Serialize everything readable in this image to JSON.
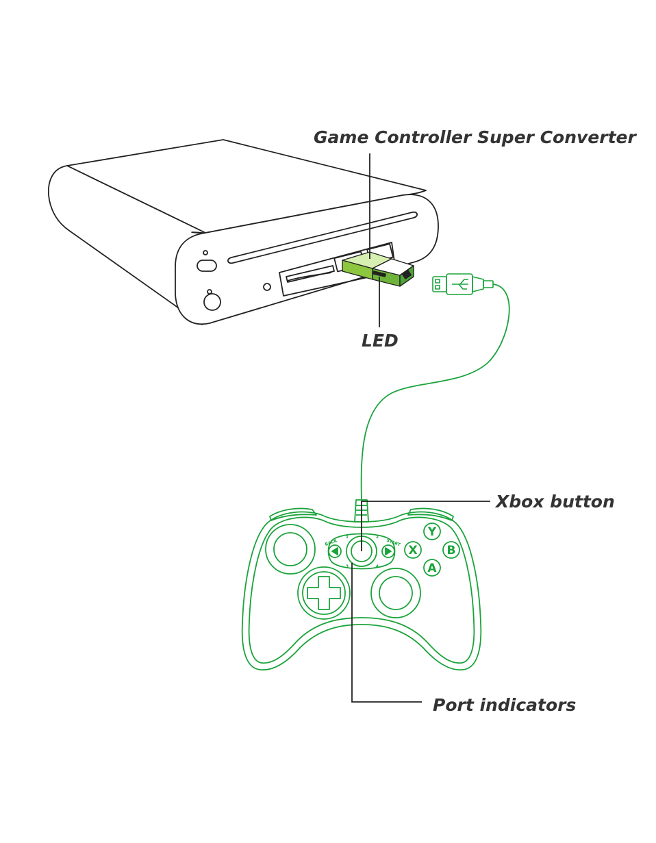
{
  "labels": {
    "converter": "Game Controller Super Converter",
    "led": "LED",
    "xbox_button": "Xbox button",
    "port_indicators": "Port indicators"
  },
  "controller": {
    "face_buttons": [
      "Y",
      "B",
      "X",
      "A"
    ],
    "back_label": "BACK",
    "start_label": "START",
    "port_numbers": [
      "1",
      "2",
      "3",
      "4"
    ]
  },
  "colors": {
    "console_outline": "#222222",
    "controller_outline": "#1aa33b",
    "converter_green": "#7cc241",
    "label_text": "#333333"
  }
}
